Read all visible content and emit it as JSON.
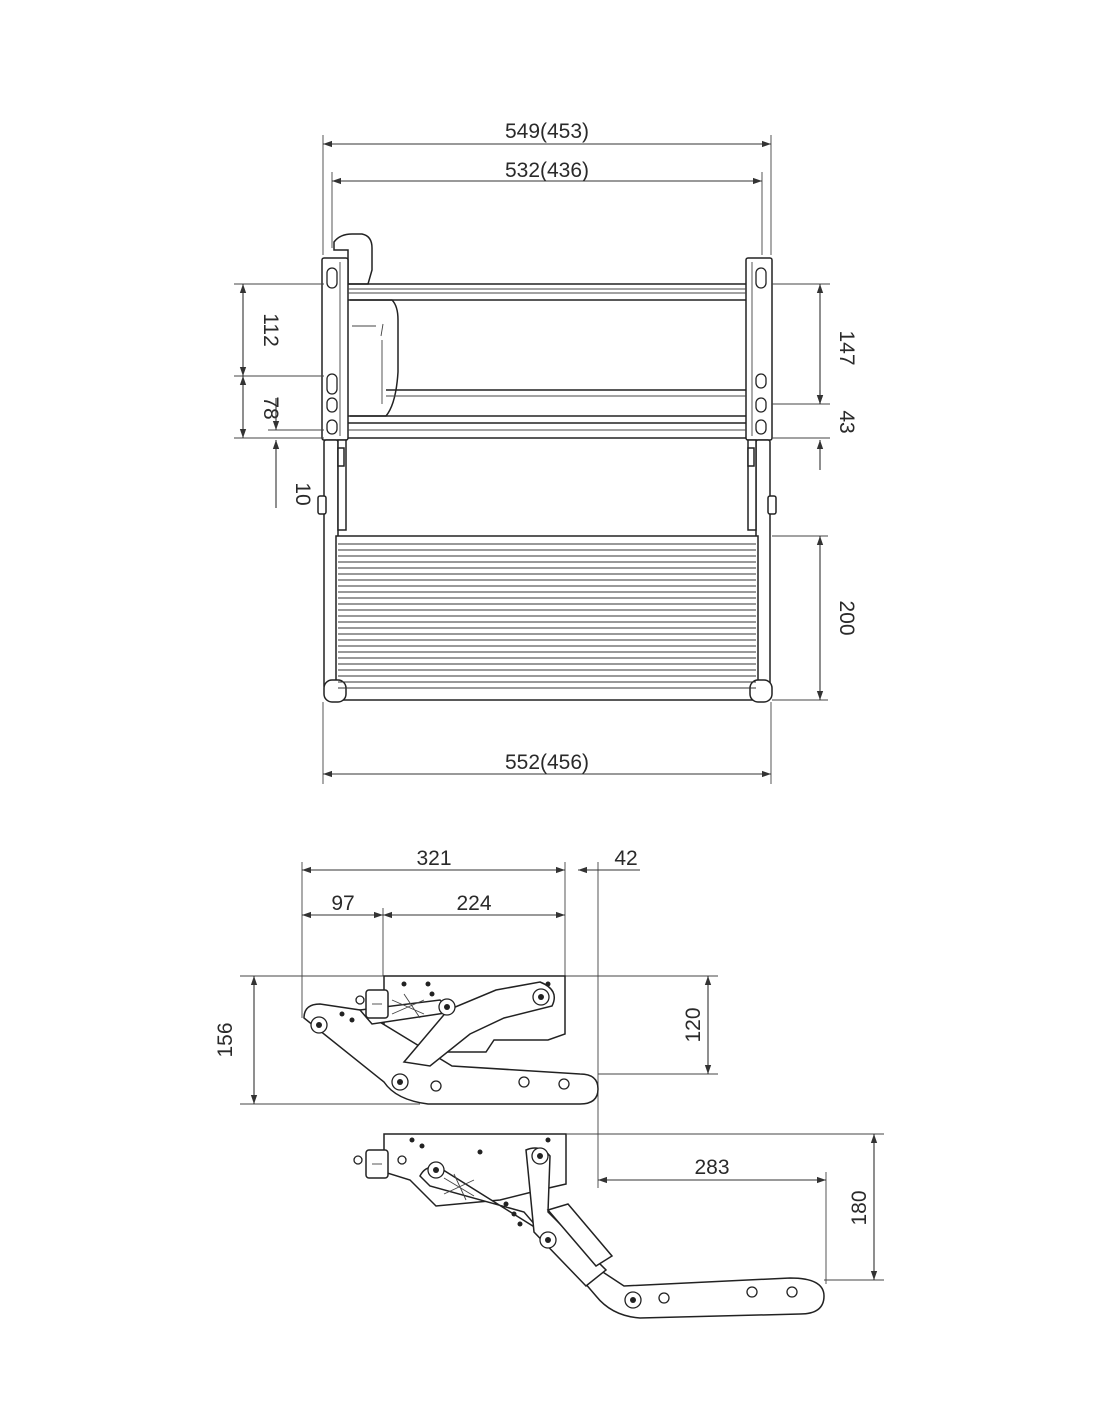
{
  "front_view": {
    "overall_width_top": "549(453)",
    "inner_width_top": "532(436)",
    "overall_width_bottom": "552(456)",
    "left_hole_spacing_upper": "112",
    "left_hole_spacing_lower": "78",
    "left_offset_small": "10",
    "right_hole_spacing_upper": "147",
    "right_hole_spacing_lower": "43",
    "tread_depth": "200"
  },
  "side_view": {
    "retracted_length": "321",
    "offset_left": "97",
    "offset_right": "224",
    "overhang": "42",
    "retracted_height": "156",
    "mount_height": "120",
    "extension_length": "283",
    "extended_drop": "180"
  },
  "colors": {
    "line": "#333333",
    "text": "#2a2a2a",
    "background": "#ffffff"
  }
}
